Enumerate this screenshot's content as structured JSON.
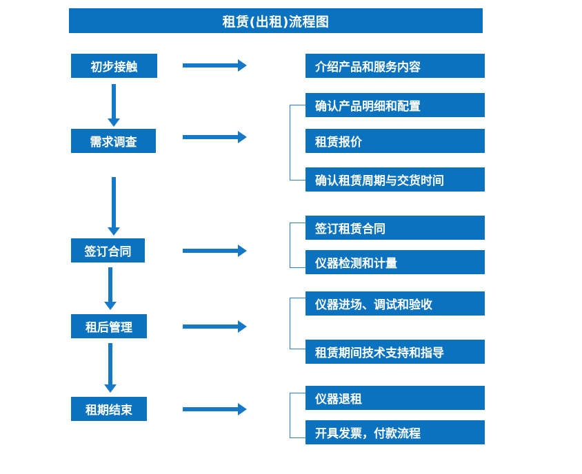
{
  "title": "租赁(出租)流程图",
  "colors": {
    "box_blue": "#0a72bf",
    "arrow_blue": "#1679c8",
    "bracket_blue": "#2b7cc4",
    "text_white": "#ffffff",
    "background": "#ffffff"
  },
  "stages": [
    {
      "label": "初步接触"
    },
    {
      "label": "需求调查"
    },
    {
      "label": "签订合同"
    },
    {
      "label": "租后管理"
    },
    {
      "label": "租期结束"
    }
  ],
  "details": [
    {
      "group": 1,
      "items": [
        "介绍产品和服务内容"
      ]
    },
    {
      "group": 2,
      "items": [
        "确认产品明细和配置",
        "租赁报价",
        "确认租赁周期与交货时间"
      ]
    },
    {
      "group": 3,
      "items": [
        "签订租赁合同",
        "仪器检测和计量"
      ]
    },
    {
      "group": 4,
      "items": [
        "仪器进场、调试和验收",
        "租赁期间技术支持和指导"
      ]
    },
    {
      "group": 5,
      "items": [
        "仪器退租",
        "开具发票，付款流程"
      ]
    }
  ],
  "detail_boxes": [
    {
      "text": "介绍产品和服务内容"
    },
    {
      "text": "确认产品明细和配置"
    },
    {
      "text": "租赁报价"
    },
    {
      "text": "确认租赁周期与交货时间"
    },
    {
      "text": "签订租赁合同"
    },
    {
      "text": "仪器检测和计量"
    },
    {
      "text": "仪器进场、调试和验收"
    },
    {
      "text": "租赁期间技术支持和指导"
    },
    {
      "text": "仪器退租"
    },
    {
      "text": "开具发票，付款流程"
    }
  ]
}
